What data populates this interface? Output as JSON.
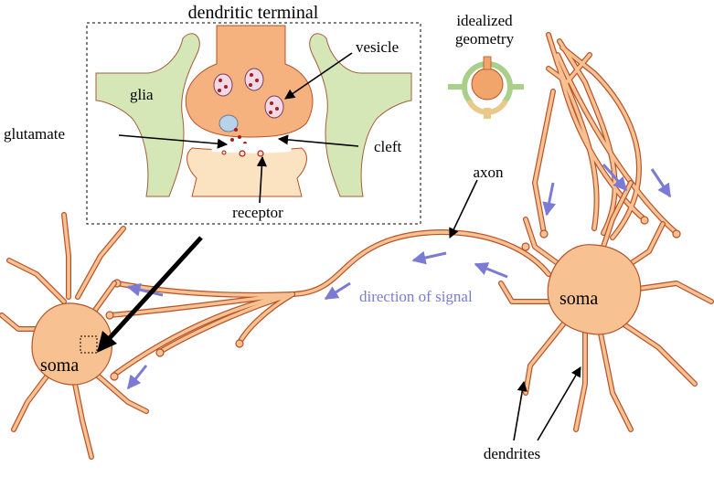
{
  "title": "dendritic terminal",
  "inset_labels": {
    "glia": "glia",
    "vesicle": "vesicle",
    "glutamate": "glutamate",
    "cleft": "cleft",
    "receptor": "receptor"
  },
  "geometry_label": {
    "line1": "idealized",
    "line2": "geometry"
  },
  "labels": {
    "axon": "axon",
    "direction": "direction of signal",
    "soma_left": "soma",
    "soma_right": "soma",
    "dendrites": "dendrites"
  },
  "colors": {
    "neuron_fill": "#f7c192",
    "neuron_stroke": "#b4532a",
    "glia_fill": "#d5e6b7",
    "postsynaptic_fill": "#fbe3c2",
    "vesicle_fill": "#f3d9e6",
    "vesicle_dot": "#a81c1c",
    "signal_arrow": "#7b7bd6",
    "signal_text": "#7b7bd6"
  }
}
